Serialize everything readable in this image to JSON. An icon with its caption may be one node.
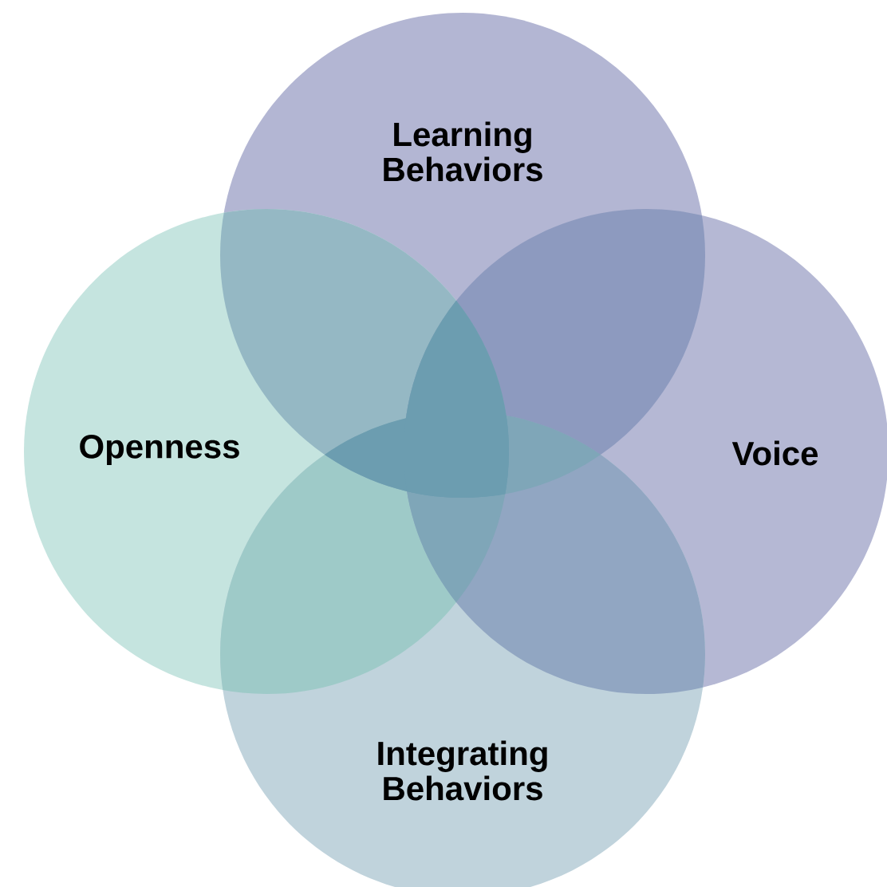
{
  "diagram": {
    "nodes": [
      {
        "text": [
          "Learning Behaviors"
        ]
      },
      {
        "text": [
          "Openness"
        ]
      },
      {
        "text": [
          "Voice"
        ]
      },
      {
        "text": [
          "Integrating Behaviors"
        ]
      }
    ]
  }
}
